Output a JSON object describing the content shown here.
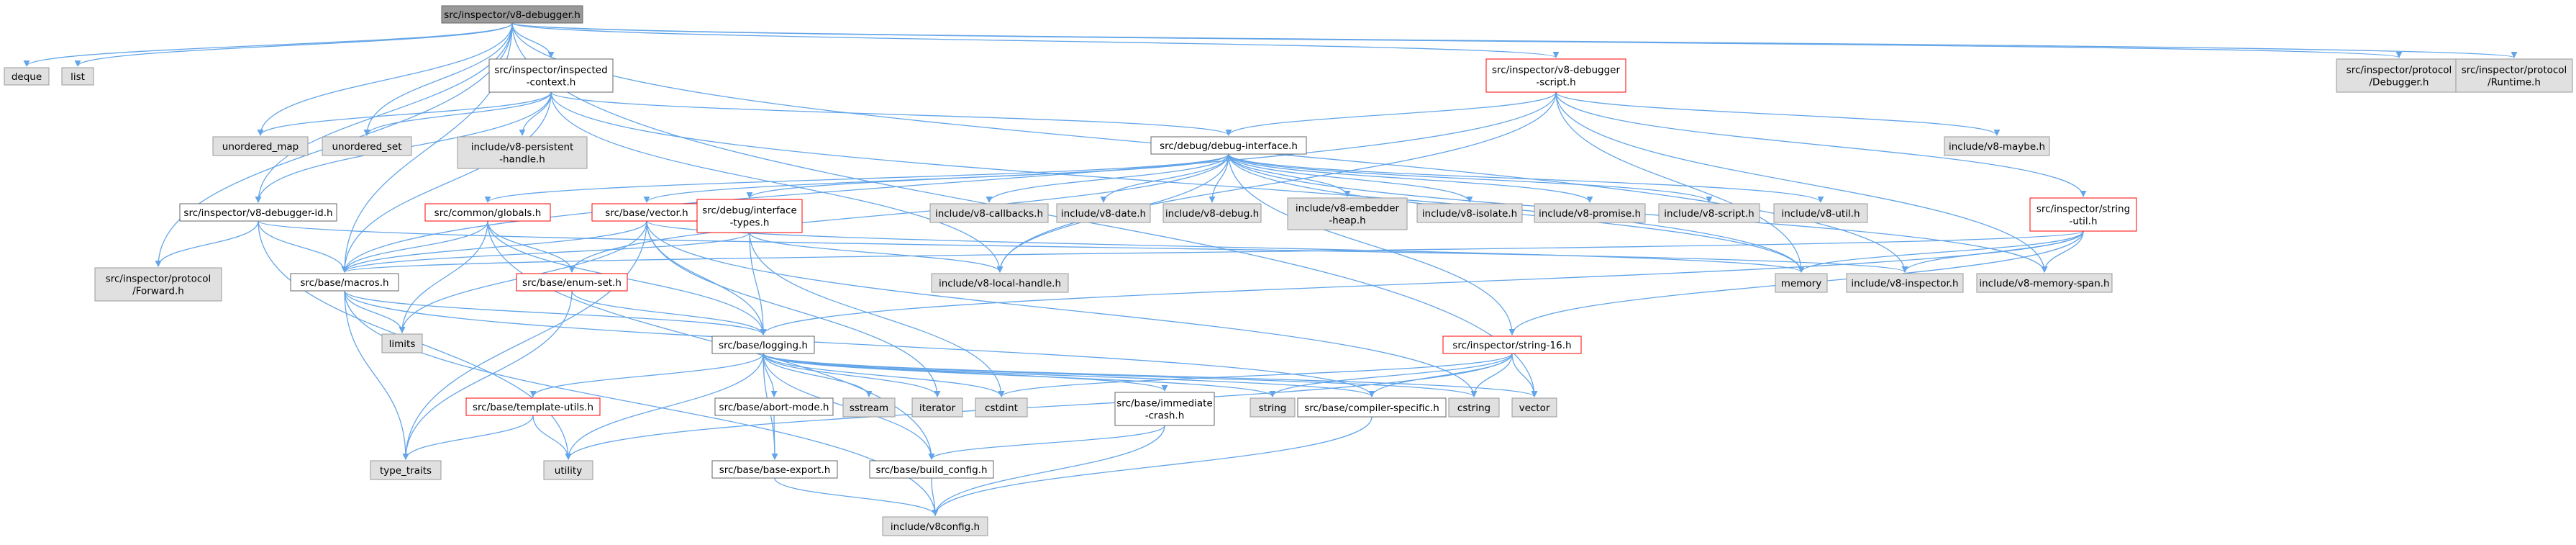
{
  "diagram": {
    "nodes": [
      {
        "id": "root",
        "lines": [
          "src/inspector/v8-debugger.h"
        ],
        "style": "root"
      },
      {
        "id": "deque",
        "lines": [
          "deque"
        ],
        "style": "gray"
      },
      {
        "id": "list",
        "lines": [
          "list"
        ],
        "style": "gray"
      },
      {
        "id": "inspected_ctx",
        "lines": [
          "src/inspector/inspected",
          "-context.h"
        ],
        "style": "white"
      },
      {
        "id": "v8dbg_script",
        "lines": [
          "src/inspector/v8-debugger",
          "-script.h"
        ],
        "style": "red"
      },
      {
        "id": "proto_debugger",
        "lines": [
          "src/inspector/protocol",
          "/Debugger.h"
        ],
        "style": "gray"
      },
      {
        "id": "proto_runtime",
        "lines": [
          "src/inspector/protocol",
          "/Runtime.h"
        ],
        "style": "gray"
      },
      {
        "id": "unordered_map",
        "lines": [
          "unordered_map"
        ],
        "style": "gray"
      },
      {
        "id": "unordered_set",
        "lines": [
          "unordered_set"
        ],
        "style": "gray"
      },
      {
        "id": "persistent_handle",
        "lines": [
          "include/v8-persistent",
          "-handle.h"
        ],
        "style": "gray"
      },
      {
        "id": "debug_interface",
        "lines": [
          "src/debug/debug-interface.h"
        ],
        "style": "white"
      },
      {
        "id": "v8_maybe",
        "lines": [
          "include/v8-maybe.h"
        ],
        "style": "gray"
      },
      {
        "id": "v8dbg_id",
        "lines": [
          "src/inspector/v8-debugger-id.h"
        ],
        "style": "white"
      },
      {
        "id": "common_globals",
        "lines": [
          "src/common/globals.h"
        ],
        "style": "red"
      },
      {
        "id": "base_vector",
        "lines": [
          "src/base/vector.h"
        ],
        "style": "red"
      },
      {
        "id": "debug_iface_types",
        "lines": [
          "src/debug/interface",
          "-types.h"
        ],
        "style": "red"
      },
      {
        "id": "v8_callbacks",
        "lines": [
          "include/v8-callbacks.h"
        ],
        "style": "gray"
      },
      {
        "id": "v8_date",
        "lines": [
          "include/v8-date.h"
        ],
        "style": "gray"
      },
      {
        "id": "v8_debug",
        "lines": [
          "include/v8-debug.h"
        ],
        "style": "gray"
      },
      {
        "id": "v8_embedder_heap",
        "lines": [
          "include/v8-embedder",
          "-heap.h"
        ],
        "style": "gray"
      },
      {
        "id": "v8_isolate",
        "lines": [
          "include/v8-isolate.h"
        ],
        "style": "gray"
      },
      {
        "id": "v8_promise",
        "lines": [
          "include/v8-promise.h"
        ],
        "style": "gray"
      },
      {
        "id": "v8_script",
        "lines": [
          "include/v8-script.h"
        ],
        "style": "gray"
      },
      {
        "id": "v8_util",
        "lines": [
          "include/v8-util.h"
        ],
        "style": "gray"
      },
      {
        "id": "string_util",
        "lines": [
          "src/inspector/string",
          "-util.h"
        ],
        "style": "red"
      },
      {
        "id": "proto_forward",
        "lines": [
          "src/inspector/protocol",
          "/Forward.h"
        ],
        "style": "gray"
      },
      {
        "id": "base_macros",
        "lines": [
          "src/base/macros.h"
        ],
        "style": "white"
      },
      {
        "id": "enum_set",
        "lines": [
          "src/base/enum-set.h"
        ],
        "style": "red"
      },
      {
        "id": "local_handle",
        "lines": [
          "include/v8-local-handle.h"
        ],
        "style": "gray"
      },
      {
        "id": "memory",
        "lines": [
          "memory"
        ],
        "style": "gray"
      },
      {
        "id": "v8_inspector",
        "lines": [
          "include/v8-inspector.h"
        ],
        "style": "gray"
      },
      {
        "id": "memory_span",
        "lines": [
          "include/v8-memory-span.h"
        ],
        "style": "gray"
      },
      {
        "id": "limits",
        "lines": [
          "limits"
        ],
        "style": "gray"
      },
      {
        "id": "base_logging",
        "lines": [
          "src/base/logging.h"
        ],
        "style": "white"
      },
      {
        "id": "string16",
        "lines": [
          "src/inspector/string-16.h"
        ],
        "style": "red"
      },
      {
        "id": "template_utils",
        "lines": [
          "src/base/template-utils.h"
        ],
        "style": "red"
      },
      {
        "id": "abort_mode",
        "lines": [
          "src/base/abort-mode.h"
        ],
        "style": "white"
      },
      {
        "id": "sstream",
        "lines": [
          "sstream"
        ],
        "style": "gray"
      },
      {
        "id": "iterator",
        "lines": [
          "iterator"
        ],
        "style": "gray"
      },
      {
        "id": "cstdint",
        "lines": [
          "cstdint"
        ],
        "style": "gray"
      },
      {
        "id": "immediate_crash",
        "lines": [
          "src/base/immediate",
          "-crash.h"
        ],
        "style": "white"
      },
      {
        "id": "string",
        "lines": [
          "string"
        ],
        "style": "gray"
      },
      {
        "id": "compiler_specific",
        "lines": [
          "src/base/compiler-specific.h"
        ],
        "style": "white"
      },
      {
        "id": "cstring",
        "lines": [
          "cstring"
        ],
        "style": "gray"
      },
      {
        "id": "vector",
        "lines": [
          "vector"
        ],
        "style": "gray"
      },
      {
        "id": "type_traits",
        "lines": [
          "type_traits"
        ],
        "style": "gray"
      },
      {
        "id": "utility",
        "lines": [
          "utility"
        ],
        "style": "gray"
      },
      {
        "id": "base_export",
        "lines": [
          "src/base/base-export.h"
        ],
        "style": "white"
      },
      {
        "id": "build_config",
        "lines": [
          "src/base/build_config.h"
        ],
        "style": "white"
      },
      {
        "id": "v8config",
        "lines": [
          "include/v8config.h"
        ],
        "style": "gray"
      }
    ],
    "edges": [
      [
        "root",
        "deque"
      ],
      [
        "root",
        "list"
      ],
      [
        "root",
        "inspected_ctx"
      ],
      [
        "root",
        "v8dbg_script"
      ],
      [
        "root",
        "proto_debugger"
      ],
      [
        "root",
        "proto_runtime"
      ],
      [
        "root",
        "unordered_map"
      ],
      [
        "root",
        "unordered_set"
      ],
      [
        "root",
        "v8dbg_id"
      ],
      [
        "root",
        "base_macros"
      ],
      [
        "root",
        "proto_forward"
      ],
      [
        "root",
        "v8_inspector"
      ],
      [
        "root",
        "vector"
      ],
      [
        "inspected_ctx",
        "unordered_map"
      ],
      [
        "inspected_ctx",
        "unordered_set"
      ],
      [
        "inspected_ctx",
        "persistent_handle"
      ],
      [
        "inspected_ctx",
        "debug_interface"
      ],
      [
        "inspected_ctx",
        "base_macros"
      ],
      [
        "inspected_ctx",
        "v8dbg_id"
      ],
      [
        "inspected_ctx",
        "local_handle"
      ],
      [
        "inspected_ctx",
        "memory"
      ],
      [
        "v8dbg_script",
        "debug_interface"
      ],
      [
        "v8dbg_script",
        "v8_maybe"
      ],
      [
        "v8dbg_script",
        "string_util"
      ],
      [
        "v8dbg_script",
        "local_handle"
      ],
      [
        "v8dbg_script",
        "memory"
      ],
      [
        "v8dbg_script",
        "memory_span"
      ],
      [
        "v8dbg_script",
        "base_macros"
      ],
      [
        "debug_interface",
        "common_globals"
      ],
      [
        "debug_interface",
        "base_vector"
      ],
      [
        "debug_interface",
        "debug_iface_types"
      ],
      [
        "debug_interface",
        "v8_callbacks"
      ],
      [
        "debug_interface",
        "v8_date"
      ],
      [
        "debug_interface",
        "v8_debug"
      ],
      [
        "debug_interface",
        "v8_embedder_heap"
      ],
      [
        "debug_interface",
        "v8_isolate"
      ],
      [
        "debug_interface",
        "v8_promise"
      ],
      [
        "debug_interface",
        "v8_script"
      ],
      [
        "debug_interface",
        "v8_util"
      ],
      [
        "debug_interface",
        "enum_set"
      ],
      [
        "debug_interface",
        "local_handle"
      ],
      [
        "debug_interface",
        "memory"
      ],
      [
        "debug_interface",
        "memory_span"
      ],
      [
        "debug_interface",
        "string16"
      ],
      [
        "v8dbg_id",
        "base_macros"
      ],
      [
        "v8dbg_id",
        "proto_forward"
      ],
      [
        "v8dbg_id",
        "utility"
      ],
      [
        "v8dbg_id",
        "v8_inspector"
      ],
      [
        "common_globals",
        "base_macros"
      ],
      [
        "common_globals",
        "enum_set"
      ],
      [
        "common_globals",
        "base_logging"
      ],
      [
        "common_globals",
        "limits"
      ],
      [
        "common_globals",
        "build_config"
      ],
      [
        "base_vector",
        "base_macros"
      ],
      [
        "base_vector",
        "base_logging"
      ],
      [
        "base_vector",
        "limits"
      ],
      [
        "base_vector",
        "type_traits"
      ],
      [
        "base_vector",
        "cstring"
      ],
      [
        "base_vector",
        "iterator"
      ],
      [
        "base_vector",
        "memory"
      ],
      [
        "debug_iface_types",
        "base_macros"
      ],
      [
        "debug_iface_types",
        "base_logging"
      ],
      [
        "debug_iface_types",
        "local_handle"
      ],
      [
        "debug_iface_types",
        "cstdint"
      ],
      [
        "string_util",
        "base_logging"
      ],
      [
        "string_util",
        "string16"
      ],
      [
        "string_util",
        "memory"
      ],
      [
        "string_util",
        "v8_inspector"
      ],
      [
        "string_util",
        "memory_span"
      ],
      [
        "string_util",
        "base_macros"
      ],
      [
        "base_macros",
        "limits"
      ],
      [
        "base_macros",
        "type_traits"
      ],
      [
        "base_macros",
        "base_logging"
      ],
      [
        "base_macros",
        "compiler_specific"
      ],
      [
        "base_macros",
        "v8config"
      ],
      [
        "enum_set",
        "base_logging"
      ],
      [
        "enum_set",
        "type_traits"
      ],
      [
        "base_logging",
        "template_utils"
      ],
      [
        "base_logging",
        "abort_mode"
      ],
      [
        "base_logging",
        "sstream"
      ],
      [
        "base_logging",
        "iterator"
      ],
      [
        "base_logging",
        "cstdint"
      ],
      [
        "base_logging",
        "immediate_crash"
      ],
      [
        "base_logging",
        "string"
      ],
      [
        "base_logging",
        "compiler_specific"
      ],
      [
        "base_logging",
        "cstring"
      ],
      [
        "base_logging",
        "base_export"
      ],
      [
        "base_logging",
        "build_config"
      ],
      [
        "base_logging",
        "utility"
      ],
      [
        "base_logging",
        "vector"
      ],
      [
        "string16",
        "string"
      ],
      [
        "string16",
        "compiler_specific"
      ],
      [
        "string16",
        "cstring"
      ],
      [
        "string16",
        "vector"
      ],
      [
        "string16",
        "utility"
      ],
      [
        "string16",
        "cstdint"
      ],
      [
        "template_utils",
        "type_traits"
      ],
      [
        "template_utils",
        "utility"
      ],
      [
        "abort_mode",
        "base_export"
      ],
      [
        "immediate_crash",
        "build_config"
      ],
      [
        "immediate_crash",
        "v8config"
      ],
      [
        "compiler_specific",
        "v8config"
      ],
      [
        "base_export",
        "v8config"
      ],
      [
        "build_config",
        "v8config"
      ]
    ],
    "colors": {
      "edge": "#63a5e8",
      "root_fill": "#999999",
      "gray_fill": "#e0e0e0",
      "gray_stroke": "#999999",
      "white_fill": "#ffffff",
      "white_stroke": "#666666",
      "red_stroke": "#ff0000"
    }
  }
}
